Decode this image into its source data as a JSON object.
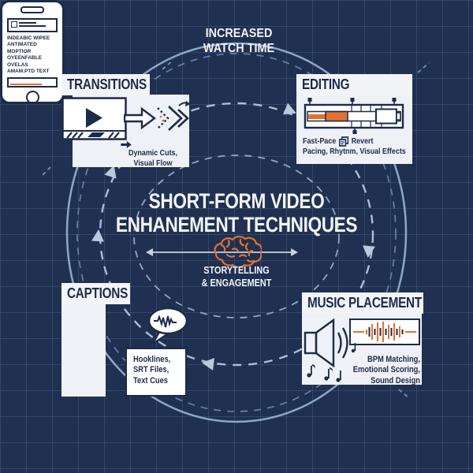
{
  "top": {
    "line1": "INCREASED",
    "line2": "WATCH TIME"
  },
  "center": {
    "title_line1": "SHORT-FORM VIDEO",
    "title_line2": "ENHANEMENT TECHNIQUES",
    "subtitle_line1": "STORYTELLING",
    "subtitle_line2": "& ENGAGEMENT"
  },
  "sections": {
    "transitions": {
      "label": "TRANSITIONS",
      "caption_line1": "Dynamic Cuts,",
      "caption_line2": "Visual Flow"
    },
    "editing": {
      "label": "EDITING",
      "caption_left": "Fast-Pace",
      "caption_right": "Revert",
      "caption_line2": "Pacing, Rhytnm, Visual Effects"
    },
    "captions": {
      "label": "CAPTIONS",
      "phone_lines": [
        "INDEABIC WIPEE",
        "ANTIMATED",
        "MOPTIOR",
        "OYEENFABLE",
        "OVELAS",
        "AMAM.PTD TEXT"
      ],
      "note_line1": "Hooklines,",
      "note_line2": "SRT Files,",
      "note_line3": "Text Cues"
    },
    "music": {
      "label": "MUSIC PLACEMENT",
      "caption_line1": "BPM Matching,",
      "caption_line2": "Emotional Scoring,",
      "caption_line3": "Sound Design"
    }
  },
  "colors": {
    "background": "#203050",
    "panel": "#eef1f5",
    "ink_navy": "#1c2b49",
    "accent_orange": "#e0722f",
    "ring_light": "#a9c0d8",
    "ring_outer": "#8ca8c6"
  }
}
